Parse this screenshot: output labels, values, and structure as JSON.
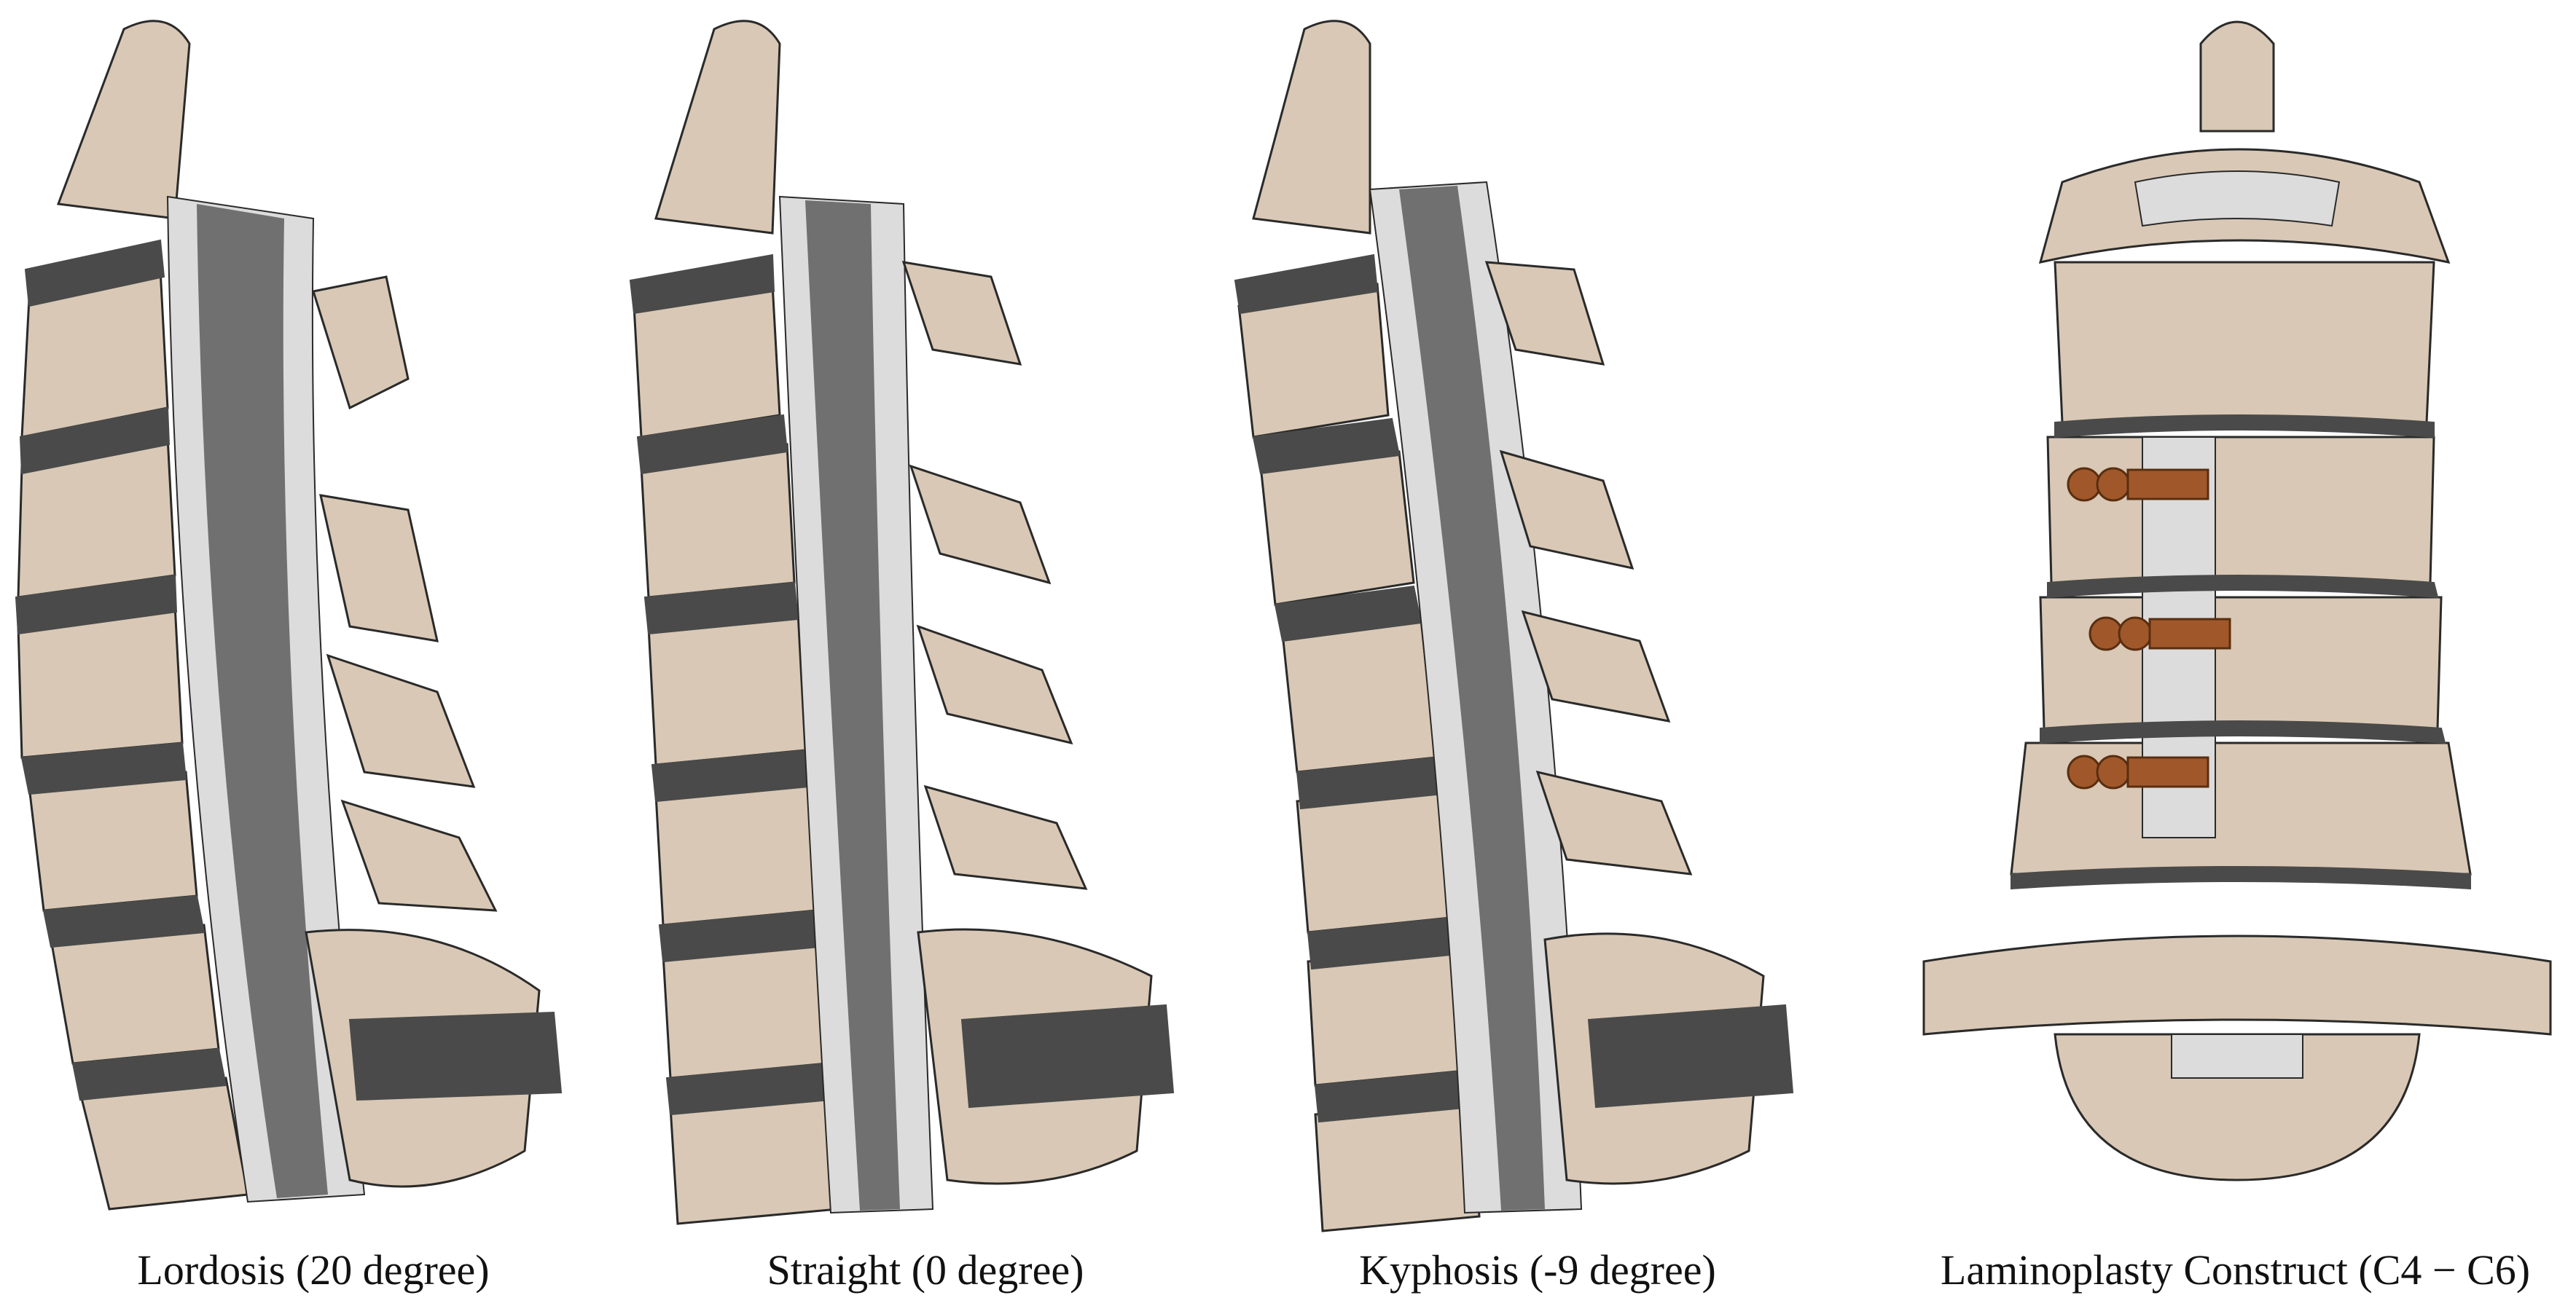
{
  "colors": {
    "bone": "#d8c8b5",
    "bone_stroke": "#2a2a2a",
    "disc": "#4a4a4a",
    "canal_outer": "#dcdcdc",
    "cord": "#707070",
    "implant": "#a0582a",
    "background": "#ffffff"
  },
  "panels": [
    {
      "caption": "Lordosis (20 degree)",
      "curvature_deg": 20
    },
    {
      "caption": "Straight (0 degree)",
      "curvature_deg": 0
    },
    {
      "caption": "Kyphosis (-9 degree)",
      "curvature_deg": -9
    },
    {
      "caption": "Laminoplasty Construct (C4 − C6)"
    }
  ]
}
